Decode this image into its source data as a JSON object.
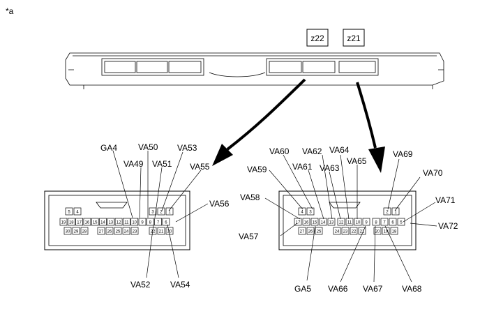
{
  "figure_mark": "*a",
  "connectors": [
    {
      "id": "z22"
    },
    {
      "id": "z21"
    }
  ],
  "left_labels": {
    "GA4": "GA4",
    "VA49": "VA49",
    "VA50": "VA50",
    "VA51": "VA51",
    "VA52": "VA52",
    "VA53": "VA53",
    "VA54": "VA54",
    "VA55": "VA55",
    "VA56": "VA56"
  },
  "right_labels": {
    "VA57": "VA57",
    "VA58": "VA58",
    "VA59": "VA59",
    "VA60": "VA60",
    "VA61": "VA61",
    "VA62": "VA62",
    "VA63": "VA63",
    "VA64": "VA64",
    "VA65": "VA65",
    "VA66": "VA66",
    "VA67": "VA67",
    "VA68": "VA68",
    "VA69": "VA69",
    "VA70": "VA70",
    "VA71": "VA71",
    "VA72": "VA72",
    "GA5": "GA5"
  },
  "left_pins": {
    "top": [
      "5",
      "4",
      "3",
      "2",
      "1"
    ],
    "mid": [
      "19",
      "18",
      "17",
      "16",
      "15",
      "14",
      "13",
      "12",
      "11",
      "10",
      "9",
      "8",
      "7",
      "6"
    ],
    "bot": [
      "30",
      "29",
      "28",
      "27",
      "26",
      "25",
      "24",
      "23",
      "22",
      "21",
      "20"
    ]
  },
  "right_pins": {
    "top": [
      "4",
      "3",
      "2",
      "1"
    ],
    "mid": [
      "17",
      "16",
      "15",
      "14",
      "13",
      "12",
      "11",
      "10",
      "9",
      "8",
      "7",
      "6",
      "5"
    ],
    "bot": [
      "27",
      "26",
      "25",
      "24",
      "23",
      "22",
      "21",
      "20",
      "19",
      "18"
    ]
  }
}
